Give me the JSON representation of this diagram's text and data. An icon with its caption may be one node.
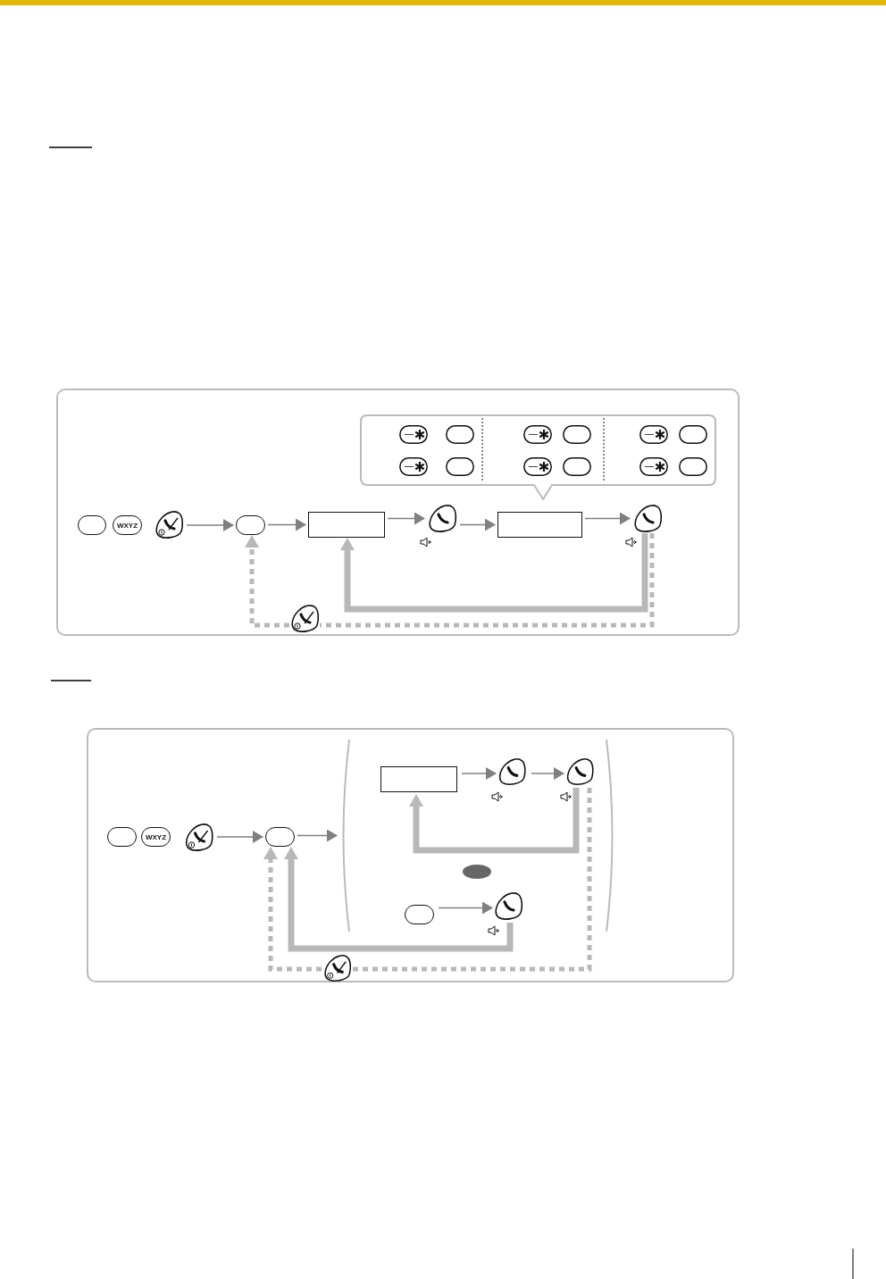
{
  "diagram": {
    "nodes": [
      {
        "text": [],
        "shape": "box"
      },
      {
        "text": [],
        "shape": "key",
        "in": 0
      },
      {
        "text": [
          "WXYZ"
        ],
        "in": 0
      },
      {
        "text": [],
        "shape": "key",
        "in": 0
      },
      {
        "text": [],
        "shape": "key",
        "in": 0
      },
      {
        "text": [],
        "shape": "box",
        "in": 0
      },
      {
        "text": [],
        "shape": "key",
        "in": 0
      },
      {
        "text": [],
        "shape": "box",
        "in": 0
      },
      {
        "text": [],
        "shape": "key",
        "in": 0
      },
      {
        "text": [],
        "shape": "callout",
        "in": 0
      },
      {
        "text": [],
        "shape": "key",
        "in": 0
      },
      {
        "text": [],
        "shape": "box"
      },
      {
        "text": [],
        "shape": "key",
        "in": 11
      },
      {
        "text": [
          "WXYZ"
        ],
        "in": 11
      },
      {
        "text": [],
        "shape": "key",
        "in": 11
      },
      {
        "text": [],
        "shape": "key",
        "in": 11
      },
      {
        "text": [],
        "shape": "bracket",
        "in": 11
      },
      {
        "text": [],
        "shape": "box",
        "in": 16
      },
      {
        "text": [],
        "shape": "key",
        "in": 16
      },
      {
        "text": [],
        "shape": "key",
        "in": 16
      },
      {
        "text": [],
        "shape": "oval",
        "in": 16
      },
      {
        "text": [],
        "shape": "key",
        "in": 16
      },
      {
        "text": [],
        "shape": "key",
        "in": 16
      },
      {
        "text": [],
        "shape": "key",
        "in": 11
      }
    ],
    "edges": [
      {
        "from": 3,
        "to": 4,
        "arrow": "to"
      },
      {
        "from": 4,
        "to": 5,
        "arrow": "to"
      },
      {
        "from": 5,
        "to": 6,
        "arrow": "to"
      },
      {
        "from": 6,
        "to": 7,
        "arrow": "to"
      },
      {
        "from": 7,
        "to": 8,
        "arrow": "to"
      },
      {
        "from": 8,
        "to": 5,
        "arrow": "to",
        "style": "thick",
        "color": "#b8b8b8"
      },
      {
        "from": 8,
        "to": 10,
        "arrow": "none",
        "style": "dashed",
        "color": "#b8b8b8"
      },
      {
        "from": 10,
        "to": 4,
        "arrow": "to",
        "style": "dashed",
        "color": "#b8b8b8"
      },
      {
        "from": 14,
        "to": 15,
        "arrow": "to"
      },
      {
        "from": 15,
        "to": 16,
        "arrow": "to"
      },
      {
        "from": 17,
        "to": 18,
        "arrow": "to"
      },
      {
        "from": 18,
        "to": 19,
        "arrow": "to"
      },
      {
        "from": 21,
        "to": 22,
        "arrow": "to"
      },
      {
        "from": 19,
        "to": 17,
        "arrow": "to",
        "style": "thick",
        "color": "#b8b8b8"
      },
      {
        "from": 22,
        "to": 15,
        "arrow": "to",
        "style": "thick",
        "color": "#b8b8b8"
      },
      {
        "from": 19,
        "to": 23,
        "arrow": "none",
        "style": "dashed",
        "color": "#b8b8b8"
      },
      {
        "from": 23,
        "to": 15,
        "arrow": "to",
        "style": "dashed",
        "color": "#b8b8b8"
      }
    ]
  }
}
